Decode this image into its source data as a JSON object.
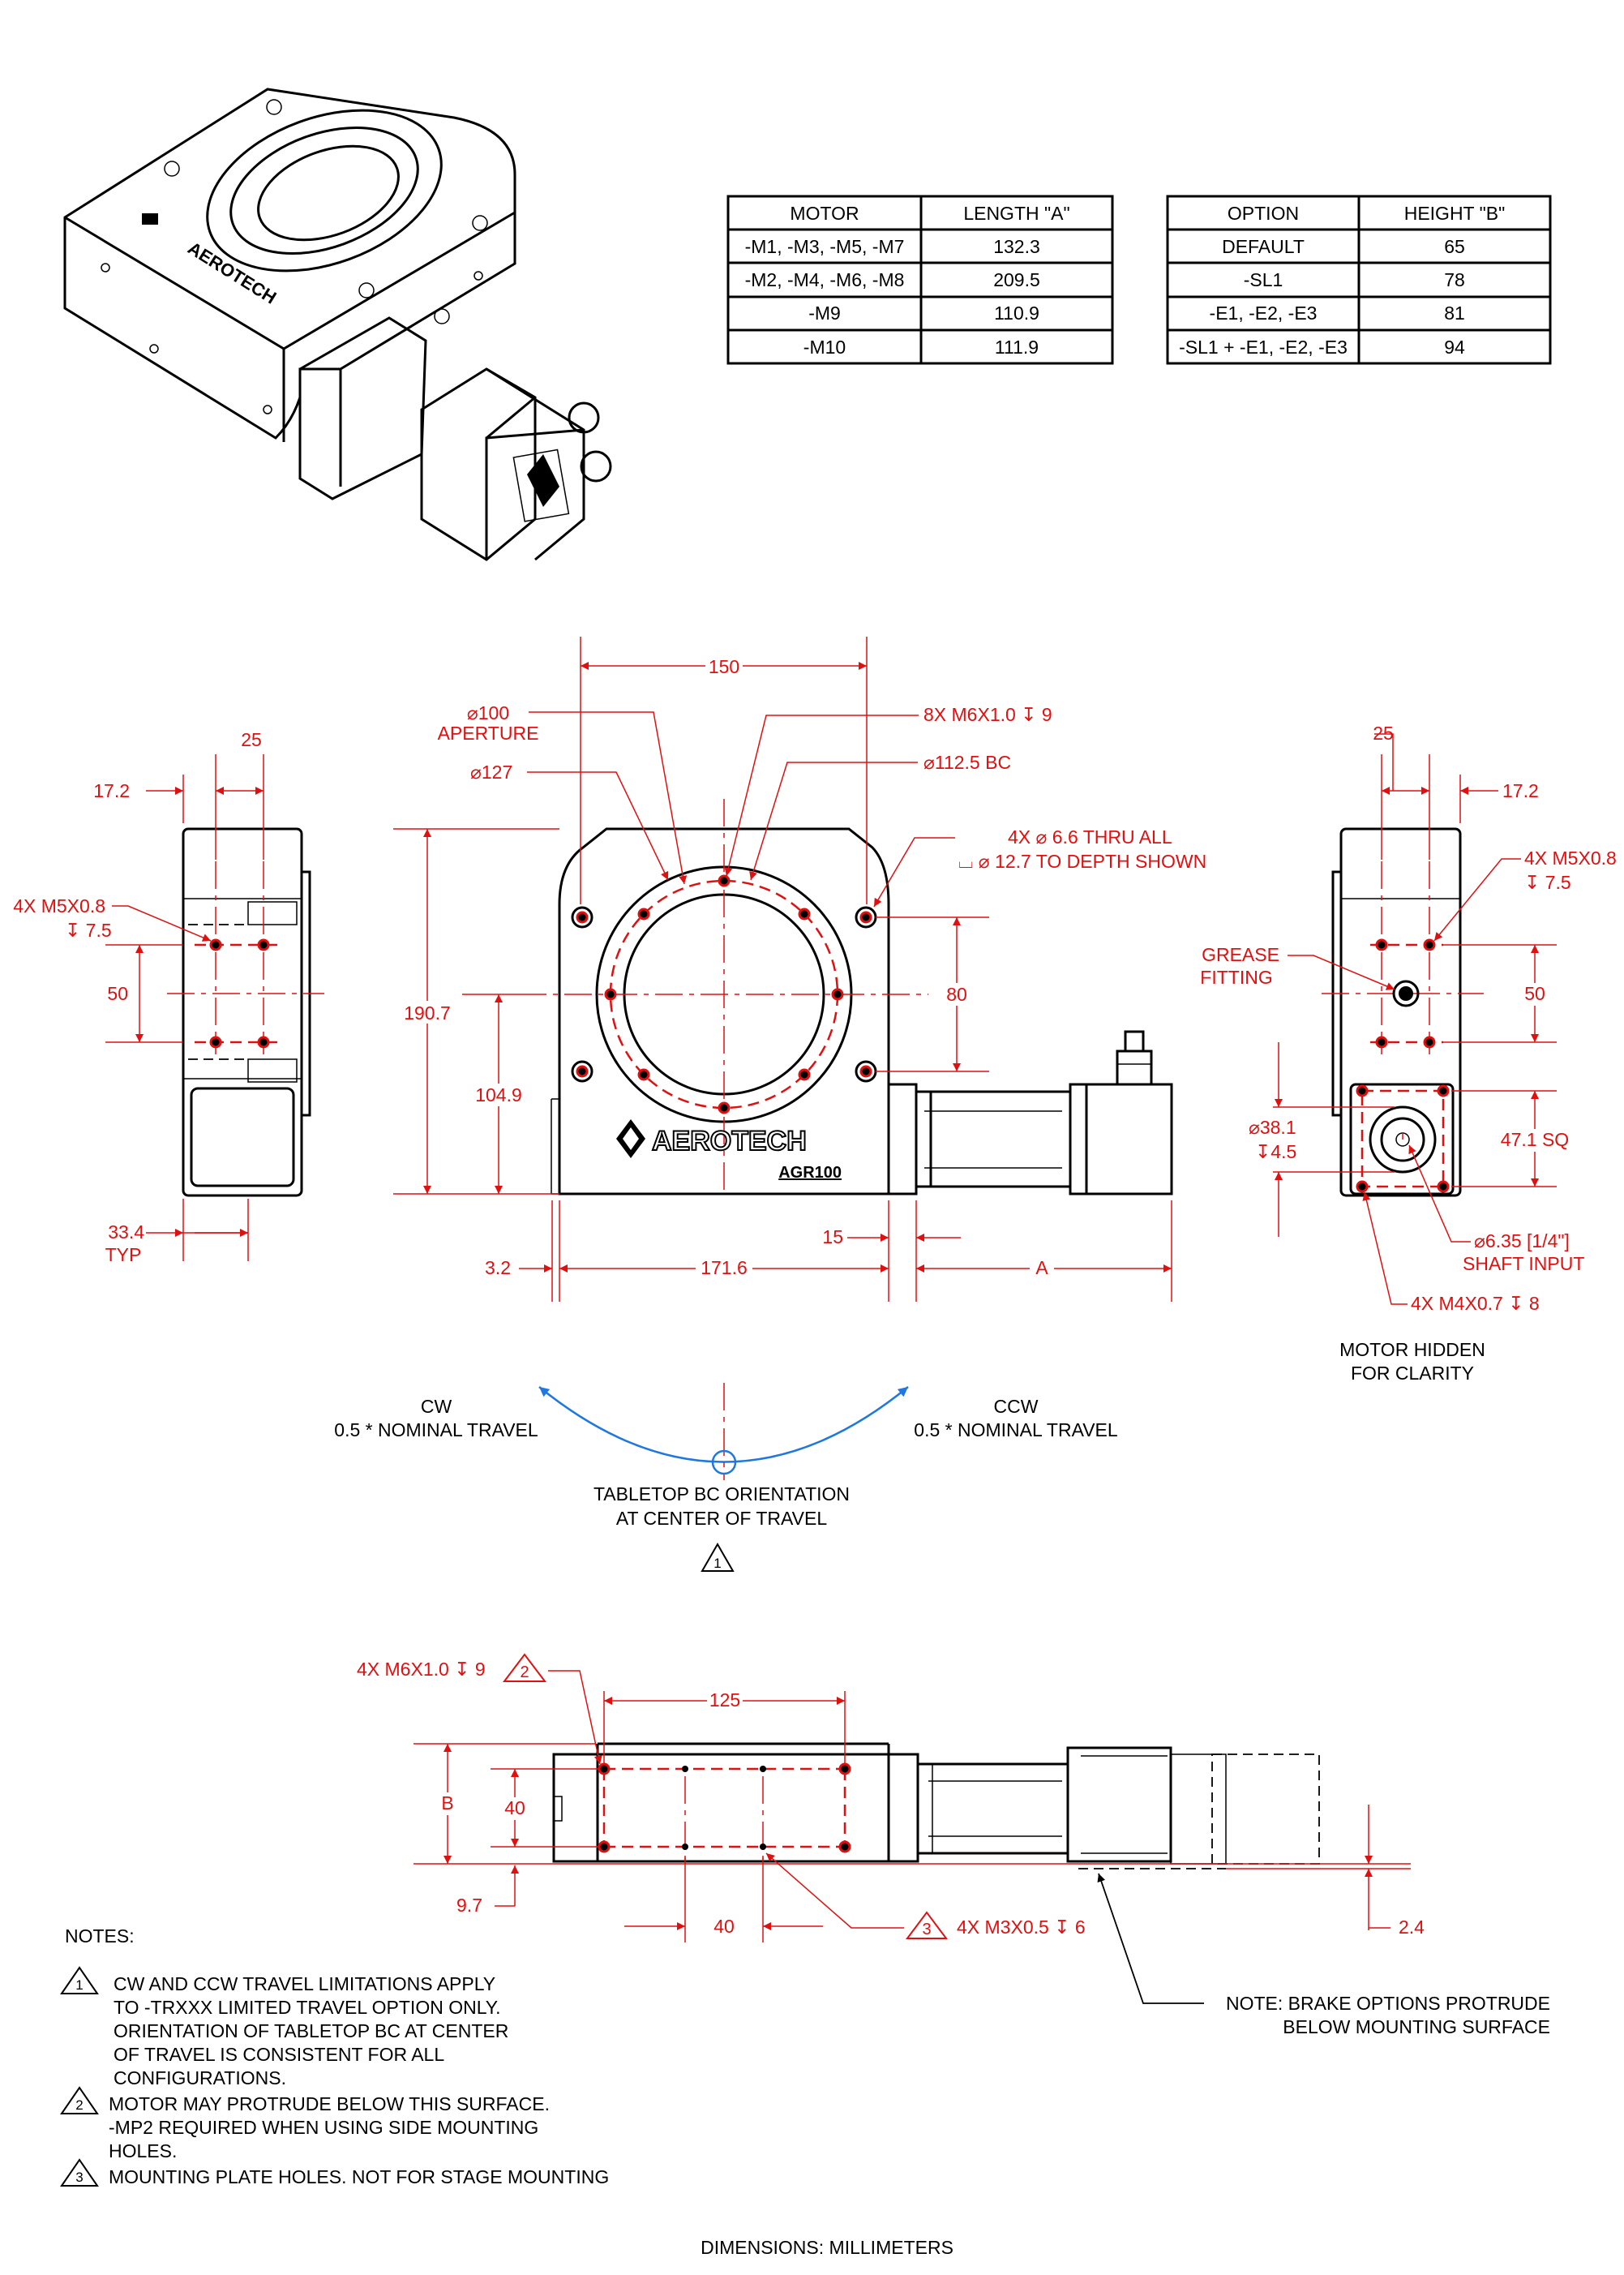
{
  "motor_table": {
    "headers": [
      "MOTOR",
      "LENGTH \"A\""
    ],
    "rows": [
      [
        "-M1, -M3, -M5, -M7",
        "132.3"
      ],
      [
        "-M2, -M4, -M6, -M8",
        "209.5"
      ],
      [
        "-M9",
        "110.9"
      ],
      [
        "-M10",
        "111.9"
      ]
    ]
  },
  "option_table": {
    "headers": [
      "OPTION",
      "HEIGHT \"B\""
    ],
    "rows": [
      [
        "DEFAULT",
        "65"
      ],
      [
        "-SL1",
        "78"
      ],
      [
        "-E1, -E2, -E3",
        "81"
      ],
      [
        "-SL1 + -E1, -E2, -E3",
        "94"
      ]
    ]
  },
  "front_view": {
    "dim_150": "150",
    "aperture_dia": "100",
    "aperture_label": "APERTURE",
    "dia_127": "127",
    "bc_dia": "112.5 BC",
    "tapped_holes": "8X M6X1.0 ↧ 9",
    "thru_holes": "4X ⌀ 6.6 THRU ALL",
    "cbore": "⌴ ⌀ 12.7 TO DEPTH SHOWN",
    "dim_190_7": "190.7",
    "dim_104_9": "104.9",
    "dim_80": "80",
    "dim_15": "15",
    "dim_3_2": "3.2",
    "dim_171_6": "171.6",
    "dim_A": "A",
    "brand": "AEROTECH",
    "model": "AGR100"
  },
  "left_view": {
    "dim_25": "25",
    "dim_17_2": "17.2",
    "tap_line1": "4X M5X0.8",
    "tap_line2": "↧ 7.5",
    "dim_50": "50",
    "dim_33_4": "33.4",
    "typ": "TYP"
  },
  "right_view": {
    "dim_25": "25",
    "dim_17_2": "17.2",
    "tap_line1": "4X M5X0.8",
    "tap_line2": "↧ 7.5",
    "grease1": "GREASE",
    "grease2": "FITTING",
    "dim_50": "50",
    "pilot_dia": "⌀38.1",
    "pilot_depth": "↧4.5",
    "sq": "47.1 SQ",
    "shaft1": "⌀6.35 [1/4\"]",
    "shaft2": "SHAFT INPUT",
    "motor_tap": "4X M4X0.7 ↧ 8",
    "caption1": "MOTOR HIDDEN",
    "caption2": "FOR CLARITY"
  },
  "travel": {
    "cw1": "CW",
    "cw2": "0.5 * NOMINAL TRAVEL",
    "ccw1": "CCW",
    "ccw2": "0.5 * NOMINAL TRAVEL",
    "orient1": "TABLETOP BC ORIENTATION",
    "orient2": "AT CENTER OF TRAVEL",
    "flag": "1"
  },
  "bottom_view": {
    "tap": "4X M6X1.0 ↧ 9",
    "flag2": "2",
    "dim_125": "125",
    "dim_B": "B",
    "dim_40_v": "40",
    "dim_9_7": "9.7",
    "dim_40_h": "40",
    "flag3": "3",
    "plate_tap": "4X M3X0.5 ↧ 6",
    "dim_2_4": "2.4",
    "brake_note1": "NOTE: BRAKE OPTIONS PROTRUDE",
    "brake_note2": "BELOW MOUNTING SURFACE"
  },
  "notes": {
    "title": "NOTES:",
    "items": [
      {
        "num": "1",
        "lines": [
          "CW AND CCW TRAVEL LIMITATIONS APPLY",
          "TO -TRXXX LIMITED TRAVEL OPTION ONLY.",
          "ORIENTATION OF TABLETOP BC AT CENTER",
          "OF TRAVEL IS CONSISTENT FOR ALL",
          "CONFIGURATIONS."
        ]
      },
      {
        "num": "2",
        "lines": [
          "MOTOR MAY PROTRUDE BELOW THIS SURFACE.",
          "-MP2 REQUIRED WHEN USING SIDE MOUNTING",
          "HOLES."
        ]
      },
      {
        "num": "3",
        "lines": [
          "MOUNTING PLATE HOLES. NOT FOR STAGE MOUNTING"
        ]
      }
    ]
  },
  "footer": "DIMENSIONS:  MILLIMETERS",
  "colors": {
    "dimension": "#e01010",
    "outline": "#000000",
    "travel_arc": "#1e78e0"
  }
}
